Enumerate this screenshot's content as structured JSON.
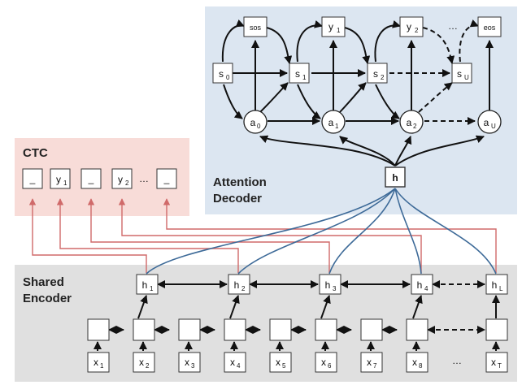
{
  "panels": {
    "attention_title_line1": "Attention",
    "attention_title_line2": "Decoder",
    "ctc_title": "CTC",
    "encoder_title_line1": "Shared",
    "encoder_title_line2": "Encoder"
  },
  "attention": {
    "h_label": "h",
    "outputs": [
      {
        "base": "sos",
        "sub": ""
      },
      {
        "base": "y",
        "sub": "1"
      },
      {
        "base": "y",
        "sub": "2"
      },
      {
        "base": "eos",
        "sub": ""
      }
    ],
    "output_ellipsis": "…",
    "states": [
      {
        "base": "s",
        "sub": "0"
      },
      {
        "base": "s",
        "sub": "1"
      },
      {
        "base": "s",
        "sub": "2"
      },
      {
        "base": "s",
        "sub": "U"
      }
    ],
    "attentions": [
      {
        "base": "a",
        "sub": "0"
      },
      {
        "base": "a",
        "sub": "1"
      },
      {
        "base": "a",
        "sub": "2"
      },
      {
        "base": "a",
        "sub": "U"
      }
    ]
  },
  "ctc": {
    "tokens": [
      {
        "base": "_",
        "sub": ""
      },
      {
        "base": "y",
        "sub": "1"
      },
      {
        "base": "_",
        "sub": ""
      },
      {
        "base": "y",
        "sub": "2"
      },
      {
        "base": "_",
        "sub": ""
      }
    ],
    "ellipsis": "…"
  },
  "encoder": {
    "hidden": [
      {
        "base": "h",
        "sub": "1"
      },
      {
        "base": "h",
        "sub": "2"
      },
      {
        "base": "h",
        "sub": "3"
      },
      {
        "base": "h",
        "sub": "4"
      },
      {
        "base": "h",
        "sub": "L"
      }
    ],
    "inputs": [
      {
        "base": "x",
        "sub": "1"
      },
      {
        "base": "x",
        "sub": "2"
      },
      {
        "base": "x",
        "sub": "3"
      },
      {
        "base": "x",
        "sub": "4"
      },
      {
        "base": "x",
        "sub": "5"
      },
      {
        "base": "x",
        "sub": "6"
      },
      {
        "base": "x",
        "sub": "7"
      },
      {
        "base": "x",
        "sub": "8"
      },
      {
        "base": "x",
        "sub": "T"
      }
    ],
    "input_ellipsis": "…"
  },
  "colors": {
    "attention_bg": "#dce6f1",
    "ctc_bg": "#f8dcd8",
    "encoder_bg": "#e0e0e0",
    "attention_link": "#3d6a98",
    "ctc_link": "#d06a6a"
  }
}
